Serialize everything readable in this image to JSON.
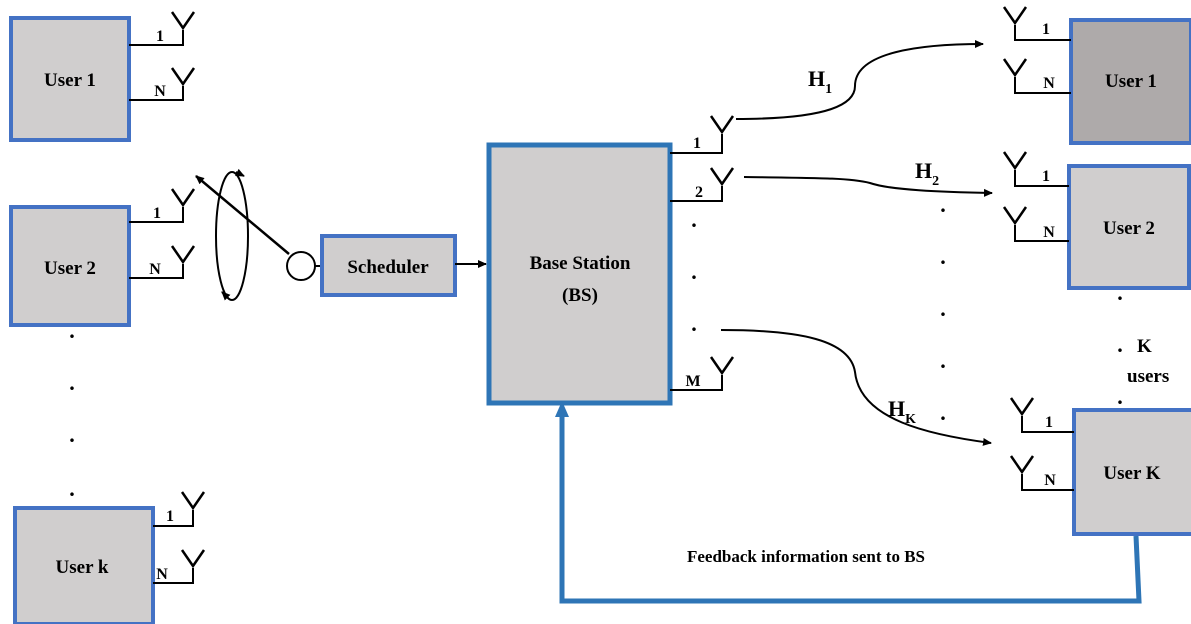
{
  "left_users": [
    {
      "label": "User 1",
      "ant_top": "1",
      "ant_bottom": "N"
    },
    {
      "label": "User 2",
      "ant_top": "1",
      "ant_bottom": "N"
    },
    {
      "label": "User k",
      "ant_top": "1",
      "ant_bottom": "N"
    }
  ],
  "scheduler": {
    "label": "Scheduler"
  },
  "base_station": {
    "line1": "Base Station",
    "line2": "(BS)",
    "ant1": "1",
    "ant2": "2",
    "antM": "M"
  },
  "channels": {
    "h1": {
      "main": "H",
      "sub": "1"
    },
    "h2": {
      "main": "H",
      "sub": "2"
    },
    "hk": {
      "main": "H",
      "sub": "K"
    }
  },
  "right_users": [
    {
      "label": "User 1",
      "ant_top": "1",
      "ant_bottom": "N"
    },
    {
      "label": "User 2",
      "ant_top": "1",
      "ant_bottom": "N"
    },
    {
      "label": "User K",
      "ant_top": "1",
      "ant_bottom": "N"
    }
  ],
  "k_users": {
    "line1": "K",
    "line2": "users"
  },
  "feedback": {
    "label": "Feedback information sent to BS"
  },
  "dot": ".",
  "colors": {
    "box_fill": "#d0cece",
    "box_dark_fill": "#aeaaaa",
    "box_border": "#4472c4",
    "feedback_line": "#2e75b6"
  }
}
